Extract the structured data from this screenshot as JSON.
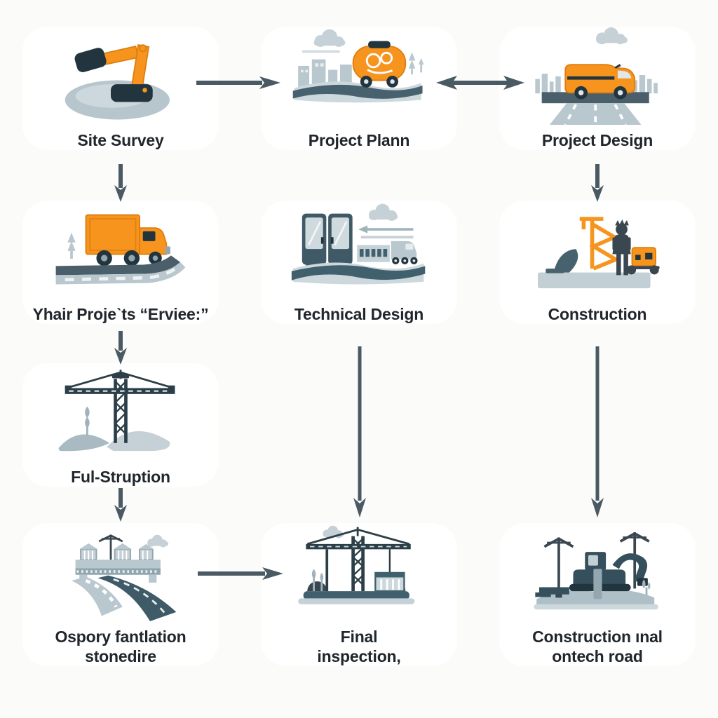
{
  "palette": {
    "background": "#fbfbf9",
    "arrow": "#4a5a63",
    "accent_orange": "#f6941e",
    "slate_dark": "#2c3e47",
    "slate_mid": "#41606d",
    "gray_light": "#c6d1d7",
    "gray_mid": "#9fb3bc",
    "label_text": "#20262c"
  },
  "nodes": [
    {
      "id": "site-survey",
      "label": "Site Survey",
      "icon": "excavator-icon"
    },
    {
      "id": "project-plann",
      "label": "Project Plann",
      "icon": "tanker-truck-icon"
    },
    {
      "id": "project-design",
      "label": "Project Design",
      "icon": "van-road-icon"
    },
    {
      "id": "yhair-projets-erviee",
      "label": "Yhair Projeˋts “Erviee:”",
      "icon": "box-truck-icon"
    },
    {
      "id": "technical-design",
      "label": "Technical Design",
      "icon": "double-doors-icon"
    },
    {
      "id": "construction",
      "label": "Construction",
      "icon": "worker-equipment-icon"
    },
    {
      "id": "ful-struption",
      "label": "Ful-Struption",
      "icon": "tower-crane-icon"
    },
    {
      "id": "ospory-fantlation-stonedire",
      "label": "Ospory fantlation\nstonedire",
      "icon": "bridge-roads-icon"
    },
    {
      "id": "final-inspection",
      "label": "Final\ninspection,",
      "icon": "crane-site-icon"
    },
    {
      "id": "constructionnal-ontech-road",
      "label": "Construction ınal\nontech road",
      "icon": "road-machinery-icon"
    }
  ],
  "edges": [
    {
      "from": "site-survey",
      "to": "project-plann",
      "type": "arrow-right"
    },
    {
      "from": "project-plann",
      "to": "project-design",
      "type": "arrow-double-horizontal"
    },
    {
      "from": "site-survey",
      "to": "yhair-projets-erviee",
      "type": "arrow-down"
    },
    {
      "from": "project-design",
      "to": "construction",
      "type": "arrow-down"
    },
    {
      "from": "yhair-projets-erviee",
      "to": "ful-struption",
      "type": "arrow-down"
    },
    {
      "from": "technical-design",
      "to": "final-inspection",
      "type": "arrow-down-long"
    },
    {
      "from": "construction",
      "to": "constructionnal-ontech-road",
      "type": "arrow-down-long"
    },
    {
      "from": "ful-struption",
      "to": "ospory-fantlation-stonedire",
      "type": "arrow-down"
    },
    {
      "from": "ospory-fantlation-stonedire",
      "to": "final-inspection",
      "type": "arrow-right"
    }
  ]
}
